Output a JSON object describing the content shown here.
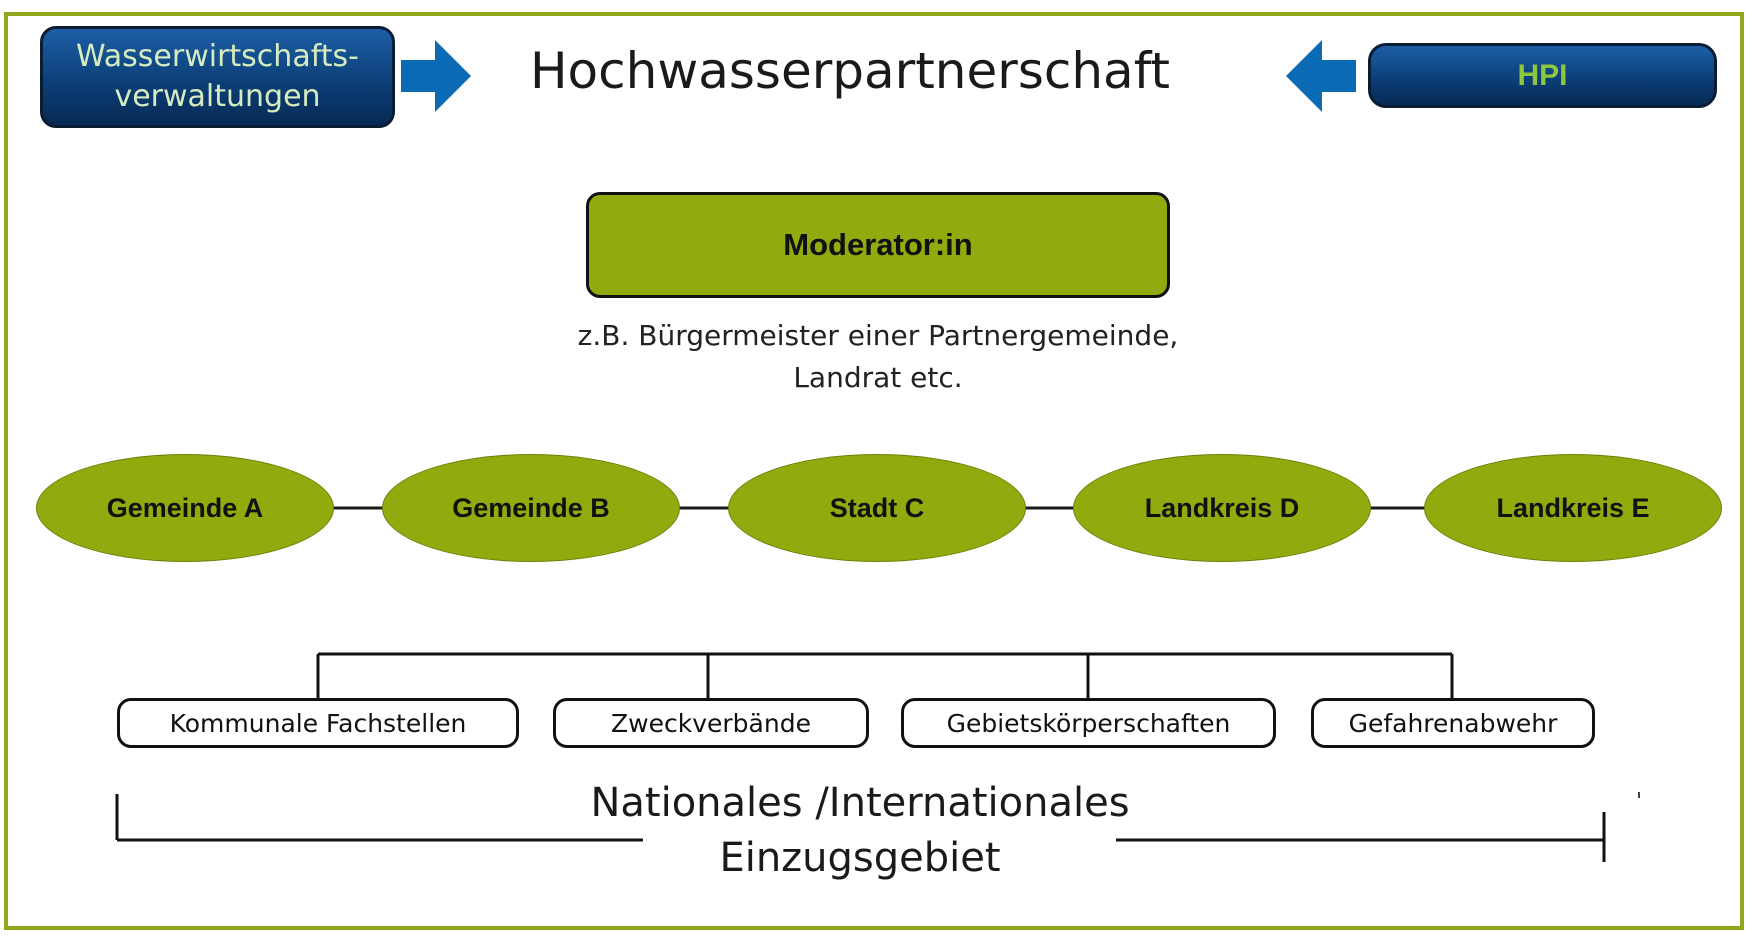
{
  "header": {
    "left_box_label": "Wasserwirtschafts-\nverwaltungen",
    "title": "Hochwasserpartnerschaft",
    "right_box_label": "HPI"
  },
  "moderator": {
    "label": "Moderator:in",
    "description": "z.B. Bürgermeister einer Partnergemeinde,\nLandrat etc."
  },
  "partners": [
    "Gemeinde A",
    "Gemeinde B",
    "Stadt C",
    "Landkreis D",
    "Landkreis E"
  ],
  "sub_units": [
    "Kommunale Fachstellen",
    "Zweckverbände",
    "Gebietskörperschaften",
    "Gefahrenabwehr"
  ],
  "catchment_label": "Nationales /Internationales\nEinzugsgebiet",
  "colors": {
    "frame": "#8fa81c",
    "green": "#91aa0d",
    "blue_box": "#0c3f78",
    "arrow": "#0a6ab4",
    "hpi_text": "#8ec63f",
    "left_box_text": "#d6ecc0"
  },
  "icons": {
    "left_arrow": "arrow-right-icon",
    "right_arrow": "arrow-left-icon"
  }
}
